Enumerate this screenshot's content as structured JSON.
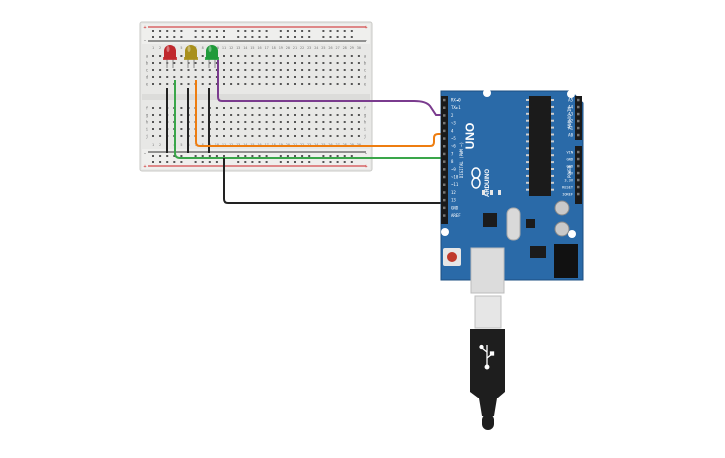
{
  "circuit": {
    "breadboard": {
      "column_numbers": [
        "1",
        "2",
        "3",
        "4",
        "5",
        "6",
        "7",
        "8",
        "9",
        "10",
        "11",
        "12",
        "13",
        "14",
        "15",
        "16",
        "17",
        "18",
        "19",
        "20",
        "21",
        "22",
        "23",
        "24",
        "25",
        "26",
        "27",
        "28",
        "29",
        "30"
      ],
      "row_letters_top": [
        "a",
        "b",
        "c",
        "d",
        "e"
      ],
      "row_letters_bottom": [
        "f",
        "g",
        "h",
        "i",
        "j"
      ],
      "rail_plus": "+",
      "rail_minus": "-"
    },
    "leds": [
      {
        "color_name": "red",
        "color": "#c0282d"
      },
      {
        "color_name": "yellow",
        "color": "#a8901c"
      },
      {
        "color_name": "green",
        "color": "#1f9a3a"
      }
    ],
    "wires": [
      {
        "name": "purple",
        "color": "#7a3b8e"
      },
      {
        "name": "orange",
        "color": "#ee7d10"
      },
      {
        "name": "green",
        "color": "#3aa64a"
      },
      {
        "name": "black",
        "color": "#222222"
      }
    ],
    "arduino": {
      "model": "UNO",
      "brand": "ARDUINO",
      "digital_label": "DIGITAL (PWM ~)",
      "power_label": "POWER",
      "analog_label": "ANALOG IN",
      "digital_pins": [
        "RX◄0",
        "TX►1",
        "2",
        "~3",
        "4",
        "~5",
        "~6",
        "7",
        "8",
        "~9",
        "~10",
        "~11",
        "12",
        "13",
        "GND",
        "AREF"
      ],
      "analog_pins": [
        "A5",
        "A4",
        "A3",
        "A2",
        "A1",
        "A0"
      ],
      "power_pins": [
        "VIN",
        "GND",
        "GND",
        "5V",
        "3.3V",
        "RESET",
        "IOREF"
      ],
      "board_color": "#2a6aa8"
    },
    "usb_cable": {
      "color": "#1e1e1e"
    }
  }
}
